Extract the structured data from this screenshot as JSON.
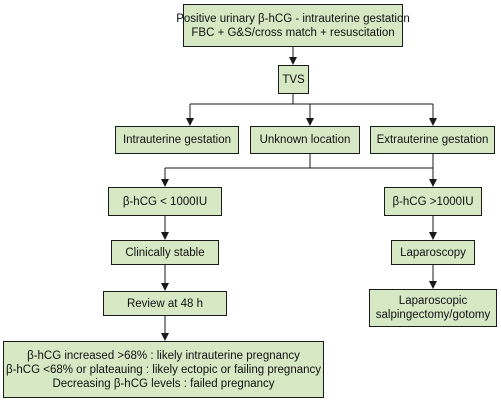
{
  "colors": {
    "node_fill": "#d6e8c4",
    "node_border": "#1a1a1a",
    "edge": "#1a1a1a"
  },
  "nodes": {
    "start": [
      "Positive urinary β-hCG - intrauterine gestation",
      "FBC + G&S/cross match + resuscitation"
    ],
    "tvs": "TVS",
    "intrauterine": "Intrauterine gestation",
    "unknown": "Unknown location",
    "extrauterine": "Extrauterine gestation",
    "hcg_low": "β-hCG < 1000IU",
    "hcg_high": "β-hCG >1000IU",
    "stable": "Clinically stable",
    "laparoscopy": "Laparoscopy",
    "review": "Review at 48 h",
    "salpingectomy": [
      "Laparoscopic",
      "salpingectomy/gotomy"
    ],
    "outcome": [
      "β-hCG increased >68% : likely intrauterine pregnancy",
      "β-hCG <68% or plateauing : likely ectopic or failing pregnancy",
      "Decreasing β-hCG levels : failed pregnancy"
    ]
  }
}
